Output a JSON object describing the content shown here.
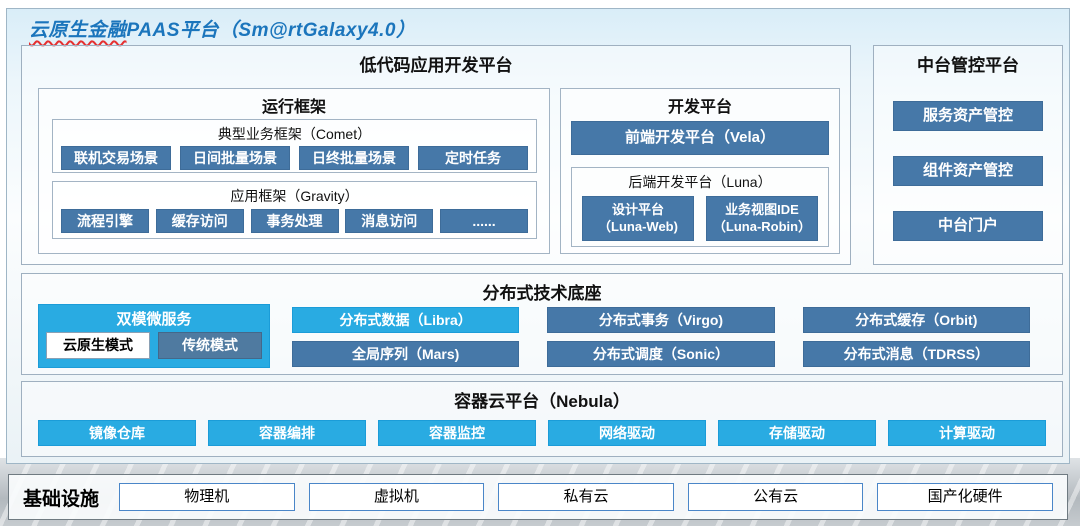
{
  "page_title": {
    "wavy": "云原生金融",
    "rest": "PAAS平台（Sm@rtGalaxy4.0）"
  },
  "colors": {
    "title_blue": "#1b75bc",
    "steel_blue": "#4678a8",
    "cyan": "#29abe2",
    "traditional_blue": "#4f7aa0"
  },
  "lowcode": {
    "title": "低代码应用开发平台",
    "runtime": {
      "title": "运行框架",
      "comet": {
        "label": "典型业务框架（Comet）",
        "buttons": [
          "联机交易场景",
          "日间批量场景",
          "日终批量场景",
          "定时任务"
        ]
      },
      "gravity": {
        "label": "应用框架（Gravity）",
        "buttons": [
          "流程引擎",
          "缓存访问",
          "事务处理",
          "消息访问",
          "......"
        ]
      }
    },
    "dev": {
      "title": "开发平台",
      "vela": "前端开发平台（Vela）",
      "luna": {
        "label": "后端开发平台（Luna）",
        "buttons": [
          {
            "line1": "设计平台",
            "line2": "（Luna-Web)"
          },
          {
            "line1": "业务视图IDE",
            "line2": "（Luna-Robin）"
          }
        ]
      }
    }
  },
  "midplatform": {
    "title": "中台管控平台",
    "buttons": [
      "服务资产管控",
      "组件资产管控",
      "中台门户"
    ]
  },
  "distributed": {
    "title": "分布式技术底座",
    "dualmode": {
      "label": "双模微服务",
      "cloud_native": "云原生模式",
      "traditional": "传统模式"
    },
    "buttons": [
      "分布式数据（Libra）",
      "分布式事务（Virgo)",
      "分布式缓存（Orbit)",
      "全局序列（Mars)",
      "分布式调度（Sonic）",
      "分布式消息（TDRSS）"
    ]
  },
  "nebula": {
    "title": "容器云平台（Nebula）",
    "buttons": [
      "镜像仓库",
      "容器编排",
      "容器监控",
      "网络驱动",
      "存储驱动",
      "计算驱动"
    ]
  },
  "infrastructure": {
    "label": "基础设施",
    "items": [
      "物理机",
      "虚拟机",
      "私有云",
      "公有云",
      "国产化硬件"
    ]
  }
}
